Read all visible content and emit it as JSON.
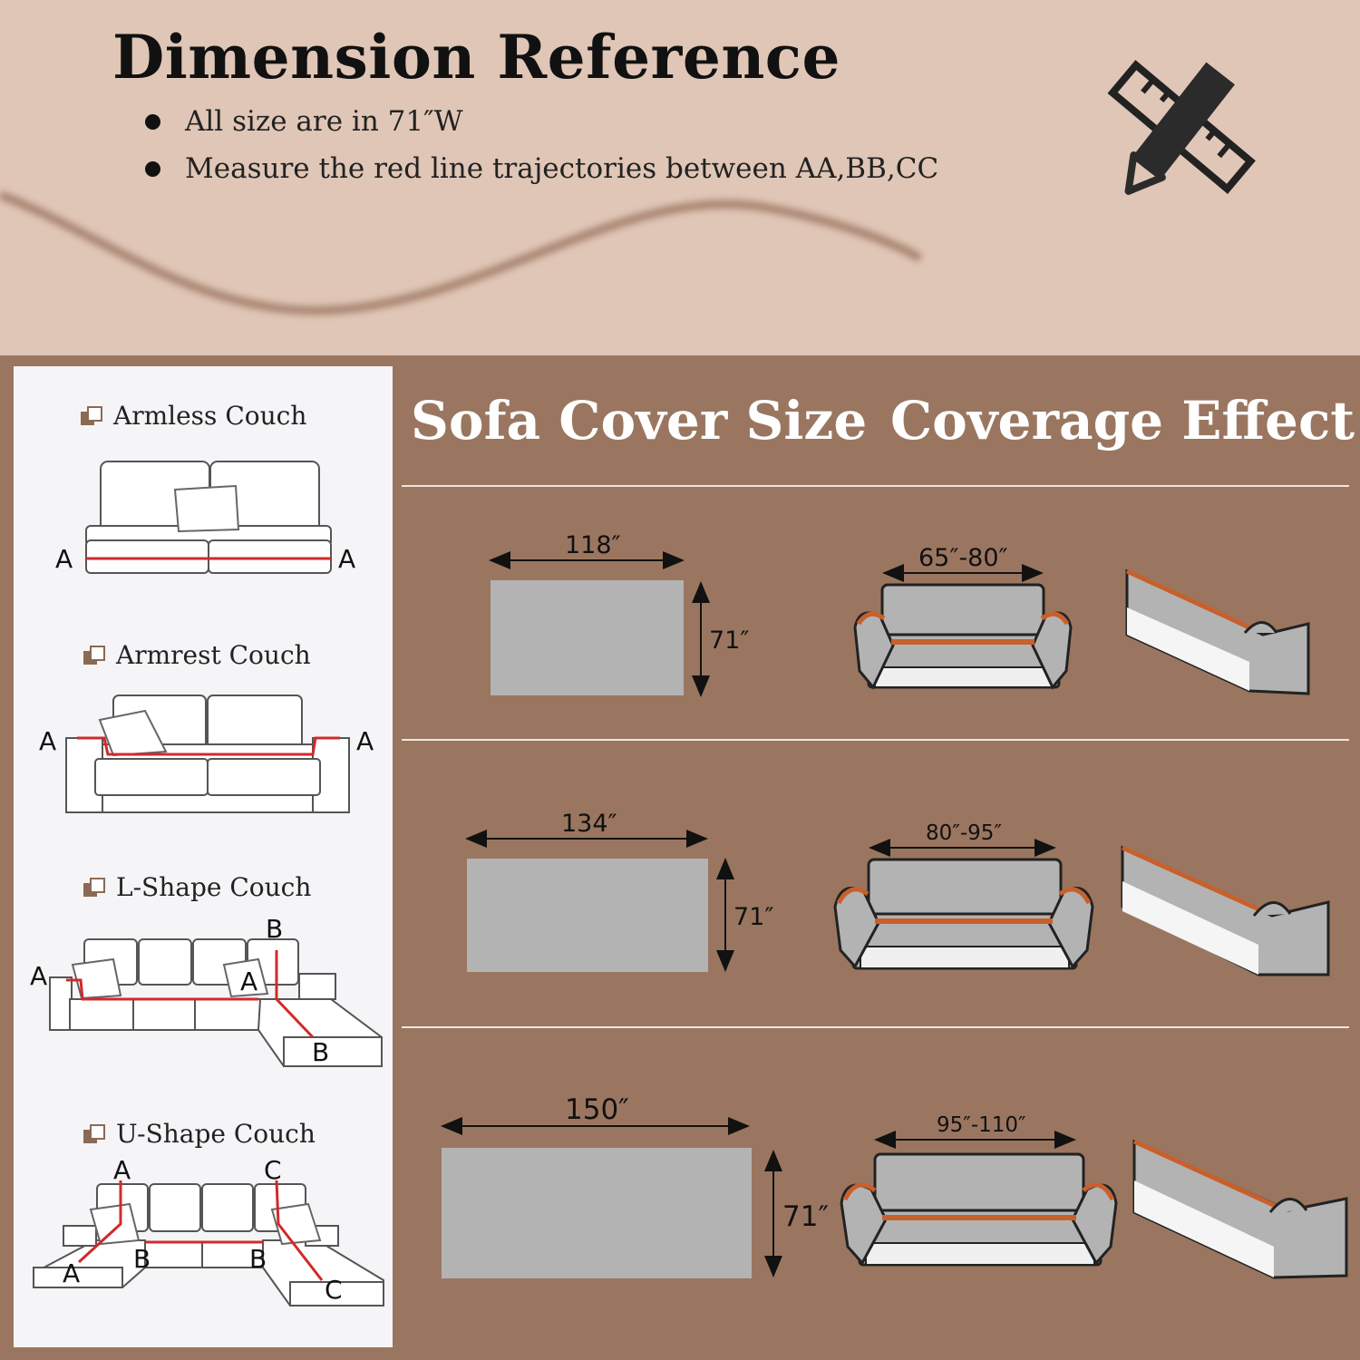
{
  "header": {
    "title": "Dimension Reference",
    "bullets": [
      "All size are in 71″W",
      "Measure the red line trajectories between AA,BB,CC"
    ]
  },
  "columns": {
    "size_title": "Sofa Cover Size",
    "effect_title": "Coverage Effect"
  },
  "couch_types": [
    {
      "label": "Armless Couch",
      "markers": [
        "A",
        "A"
      ]
    },
    {
      "label": "Armrest Couch",
      "markers": [
        "A",
        "A"
      ]
    },
    {
      "label": "L-Shape Couch",
      "markers": [
        "A",
        "A",
        "B",
        "B"
      ]
    },
    {
      "label": "U-Shape Couch",
      "markers": [
        "A",
        "A",
        "B",
        "B",
        "C",
        "C"
      ]
    }
  ],
  "sizes": [
    {
      "width": "118″",
      "height": "71″",
      "coverage": "65″-80″"
    },
    {
      "width": "134″",
      "height": "71″",
      "coverage": "80″-95″"
    },
    {
      "width": "150″",
      "height": "71″",
      "coverage": "95″-110″"
    }
  ],
  "colors": {
    "top_bg": "#e0c6b6",
    "main_bg": "#9a7660",
    "panel_bg": "#f5f5f7",
    "cover_gray": "#b3b3b3",
    "accent_red": "#d12a2a"
  }
}
